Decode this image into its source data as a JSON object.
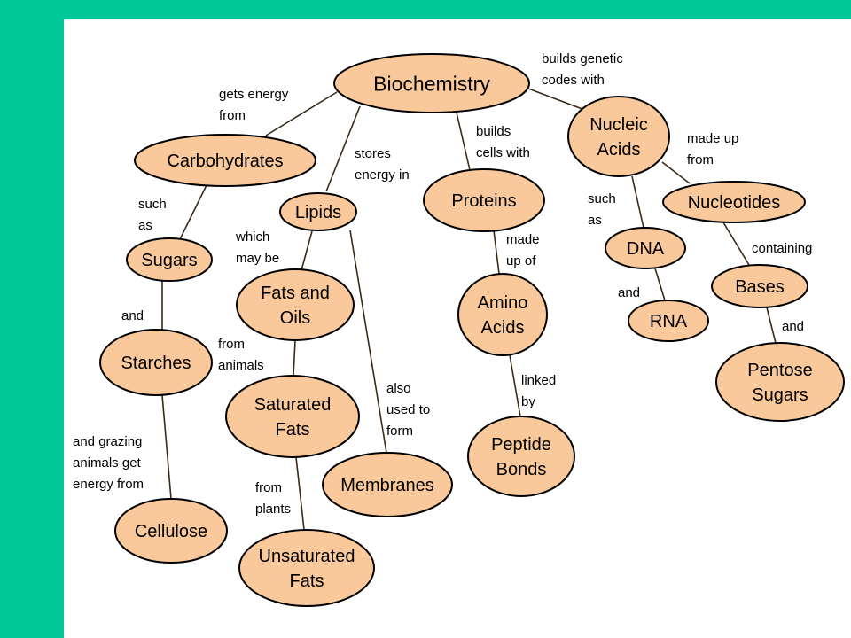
{
  "colors": {
    "background": "#00C896",
    "panel": "#FFFFFF",
    "node_fill": "#F9C99B",
    "node_stroke": "#000000",
    "edge": "#3A2A1A"
  },
  "nodes": {
    "biochemistry": [
      "Biochemistry"
    ],
    "carbohydrates": [
      "Carbohydrates"
    ],
    "lipids": [
      "Lipids"
    ],
    "proteins": [
      "Proteins"
    ],
    "nucleic_acids": [
      "Nucleic",
      "Acids"
    ],
    "nucleotides": [
      "Nucleotides"
    ],
    "sugars": [
      "Sugars"
    ],
    "starches": [
      "Starches"
    ],
    "cellulose": [
      "Cellulose"
    ],
    "fats_and_oils": [
      "Fats and",
      "Oils"
    ],
    "saturated_fats": [
      "Saturated",
      "Fats"
    ],
    "unsaturated_fats": [
      "Unsaturated",
      "Fats"
    ],
    "membranes": [
      "Membranes"
    ],
    "amino_acids": [
      "Amino",
      "Acids"
    ],
    "peptide_bonds": [
      "Peptide",
      "Bonds"
    ],
    "dna": [
      "DNA"
    ],
    "rna": [
      "RNA"
    ],
    "bases": [
      "Bases"
    ],
    "pentose_sugars": [
      "Pentose",
      "Sugars"
    ]
  },
  "labels": {
    "gets_energy_from": [
      "gets energy",
      "from"
    ],
    "stores_energy_in": [
      "stores",
      "energy in"
    ],
    "builds_cells_with": [
      "builds",
      "cells with"
    ],
    "builds_genetic_codes_with": [
      "builds genetic",
      "codes with"
    ],
    "made_up_from": [
      "made up",
      "from"
    ],
    "such_as_1": [
      "such",
      "as"
    ],
    "which_may_be": [
      "which",
      "may be"
    ],
    "made_up_of": [
      "made",
      "up of"
    ],
    "such_as_2": [
      "such",
      "as"
    ],
    "containing": [
      "containing"
    ],
    "and_1": [
      "and"
    ],
    "from_animals": [
      "from",
      "animals"
    ],
    "also_used_to_form": [
      "also",
      "used to",
      "form"
    ],
    "linked_by": [
      "linked",
      "by"
    ],
    "and_2": [
      "and"
    ],
    "and_3": [
      "and"
    ],
    "and_grazing": [
      "and grazing",
      "animals get",
      "energy from"
    ],
    "from_plants": [
      "from",
      "plants"
    ]
  }
}
